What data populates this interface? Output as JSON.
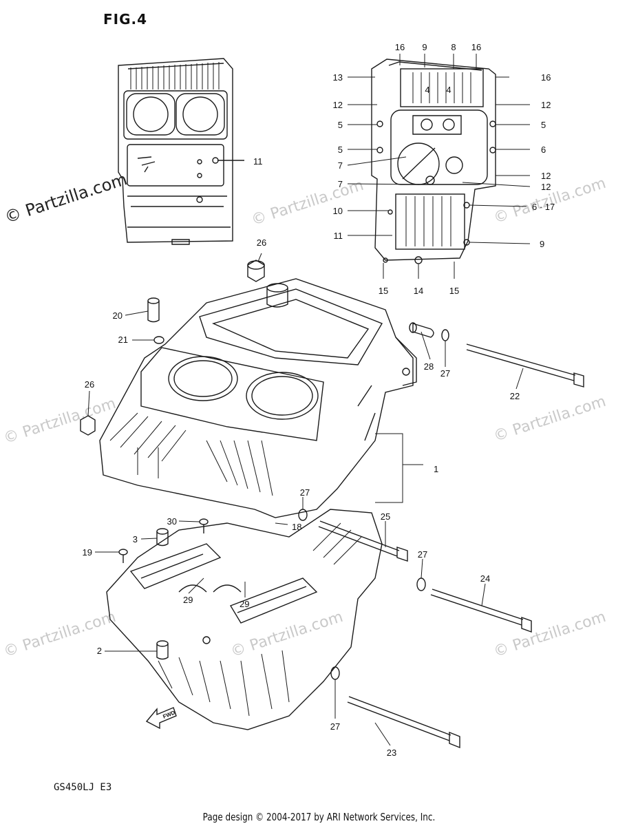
{
  "figure": {
    "title": "FIG.4",
    "model": "GS450LJ E3"
  },
  "footer": "Page design © 2004-2017 by ARI Network Services, Inc.",
  "watermark": {
    "text": "© Partzilla.com"
  },
  "fwd_label": "FWD",
  "callouts": {
    "t16a": "16",
    "t9a": "9",
    "t8": "8",
    "t16b": "16",
    "t13": "13",
    "t16c": "16",
    "t4a": "4",
    "t4b": "4",
    "t12a": "12",
    "t12b": "12",
    "t5a": "5",
    "t5b": "5",
    "t5c": "5",
    "t6": "6",
    "t7a": "7",
    "t12c": "12",
    "t7b": "7",
    "t12d": "12",
    "t10": "10",
    "t617": "6 · 17",
    "t11a": "11",
    "t9b": "9",
    "t15a": "15",
    "t14": "14",
    "t15b": "15",
    "t11b": "11",
    "t26a": "26",
    "t20": "20",
    "t21": "21",
    "t28": "28",
    "t27a": "27",
    "t22": "22",
    "t26b": "26",
    "t1": "1",
    "t27b": "27",
    "t30": "30",
    "t18": "18",
    "t25": "25",
    "t3": "3",
    "t19": "19",
    "t27c": "27",
    "t24": "24",
    "t29a": "29",
    "t29b": "29",
    "t2": "2",
    "t27d": "27",
    "t23": "23"
  }
}
